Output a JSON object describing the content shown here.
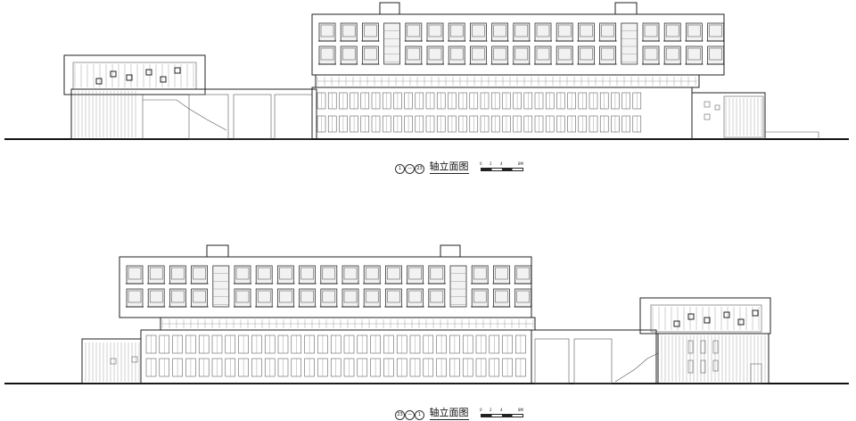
{
  "drawings": [
    {
      "caption": {
        "axis_start": "1",
        "dash": "—",
        "axis_end": "23",
        "title": "轴立面图",
        "scale_ticks": [
          "0",
          "2",
          "4",
          "8M"
        ]
      }
    },
    {
      "caption": {
        "axis_start": "23",
        "dash": "—",
        "axis_end": "1",
        "title": "轴立面图",
        "scale_ticks": [
          "0",
          "2",
          "4",
          "8M"
        ]
      }
    }
  ]
}
